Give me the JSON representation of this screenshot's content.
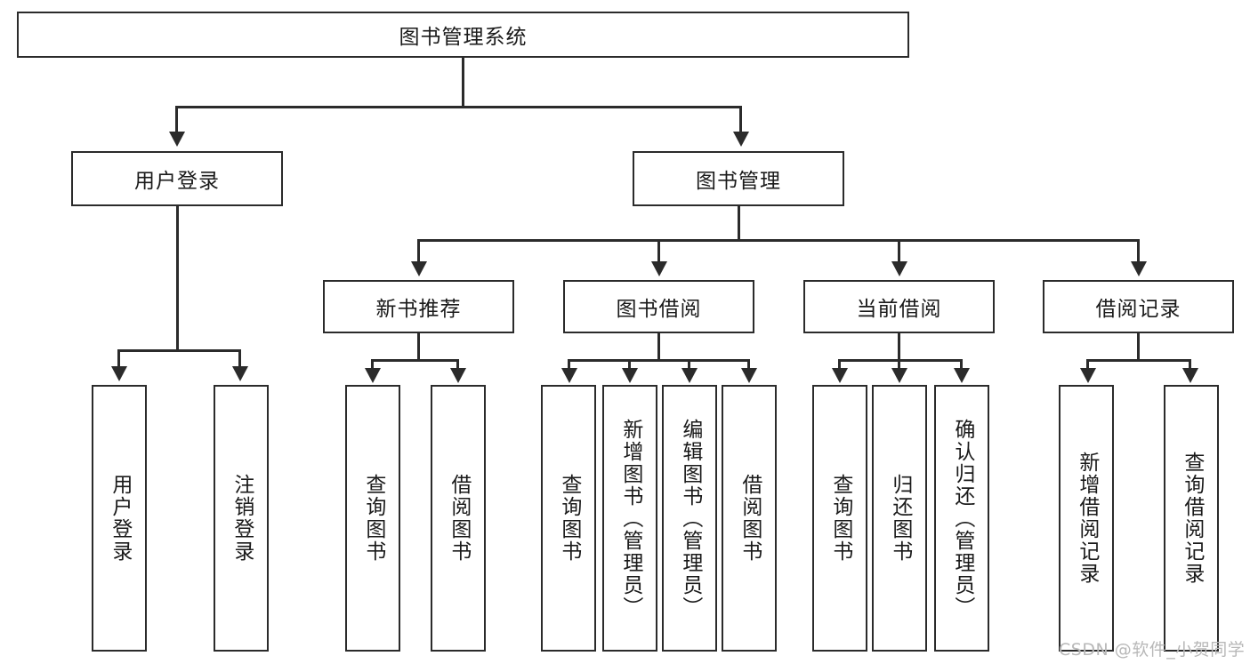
{
  "diagram": {
    "type": "tree-hierarchy",
    "title": "图书管理系统",
    "root": {
      "label": "图书管理系统"
    },
    "level1": [
      {
        "id": "user-login",
        "label": "用户登录"
      },
      {
        "id": "book-management",
        "label": "图书管理"
      }
    ],
    "level2": [
      {
        "id": "new-book-recommend",
        "label": "新书推荐",
        "parent": "book-management"
      },
      {
        "id": "book-borrow",
        "label": "图书借阅",
        "parent": "book-management"
      },
      {
        "id": "current-borrow",
        "label": "当前借阅",
        "parent": "book-management"
      },
      {
        "id": "borrow-record",
        "label": "借阅记录",
        "parent": "book-management"
      }
    ],
    "leaves": {
      "user_login": [
        {
          "id": "leaf-user-login",
          "label": "用户登录"
        },
        {
          "id": "leaf-logout",
          "label": "注销登录"
        }
      ],
      "new_book_recommend": [
        {
          "id": "leaf-query-book-1",
          "label": "查询图书"
        },
        {
          "id": "leaf-borrow-book-1",
          "label": "借阅图书"
        }
      ],
      "book_borrow": [
        {
          "id": "leaf-query-book-2",
          "label": "查询图书"
        },
        {
          "id": "leaf-add-book",
          "label": "新增图书（管理员）"
        },
        {
          "id": "leaf-edit-book",
          "label": "编辑图书（管理员）"
        },
        {
          "id": "leaf-borrow-book-2",
          "label": "借阅图书"
        }
      ],
      "current_borrow": [
        {
          "id": "leaf-query-book-3",
          "label": "查询图书"
        },
        {
          "id": "leaf-return-book",
          "label": "归还图书"
        },
        {
          "id": "leaf-confirm-return",
          "label": "确认归还（管理员）"
        }
      ],
      "borrow_record": [
        {
          "id": "leaf-add-record",
          "label": "新增借阅记录"
        },
        {
          "id": "leaf-query-record",
          "label": "查询借阅记录"
        }
      ]
    }
  },
  "watermark": {
    "text": "CSDN @软件_小贺同学"
  },
  "colors": {
    "stroke": "#2b2b2b",
    "fill": "#ffffff",
    "text": "#1a1a1a",
    "watermark": "#b8b8b8"
  }
}
